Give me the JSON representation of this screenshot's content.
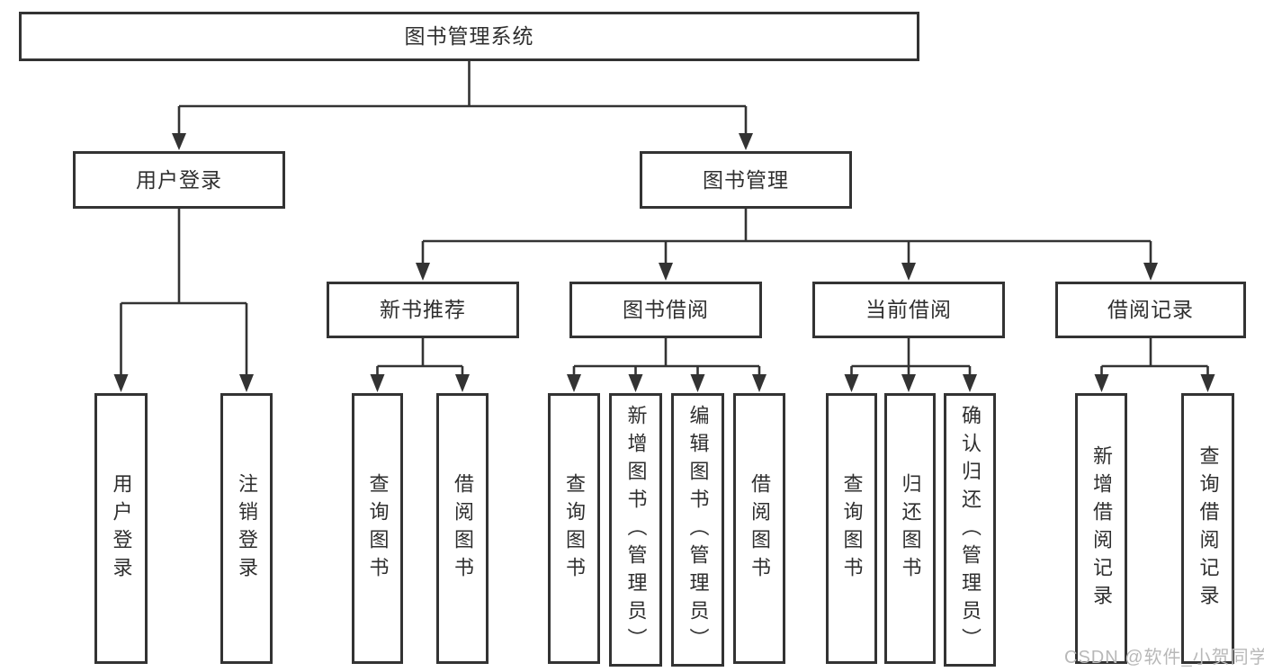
{
  "diagram": {
    "root": {
      "label": "图书管理系统",
      "children": [
        {
          "label": "用户登录",
          "children": [
            {
              "label": "用户登录"
            },
            {
              "label": "注销登录"
            }
          ]
        },
        {
          "label": "图书管理",
          "children": [
            {
              "label": "新书推荐",
              "children": [
                {
                  "label": "查询图书"
                },
                {
                  "label": "借阅图书"
                }
              ]
            },
            {
              "label": "图书借阅",
              "children": [
                {
                  "label": "查询图书"
                },
                {
                  "label": "新增图书（管理员）"
                },
                {
                  "label": "编辑图书（管理员）"
                },
                {
                  "label": "借阅图书"
                }
              ]
            },
            {
              "label": "当前借阅",
              "children": [
                {
                  "label": "查询图书"
                },
                {
                  "label": "归还图书"
                },
                {
                  "label": "确认归还（管理员）"
                }
              ]
            },
            {
              "label": "借阅记录",
              "children": [
                {
                  "label": "新增借阅记录"
                },
                {
                  "label": "查询借阅记录"
                }
              ]
            }
          ]
        }
      ]
    }
  },
  "watermark": {
    "text": "CSDN @软件_小贺同学"
  },
  "colors": {
    "line": "#333333",
    "box_border": "#333333",
    "text": "#2f2f2f",
    "watermark": "#b8b8b8",
    "background": "#ffffff"
  }
}
